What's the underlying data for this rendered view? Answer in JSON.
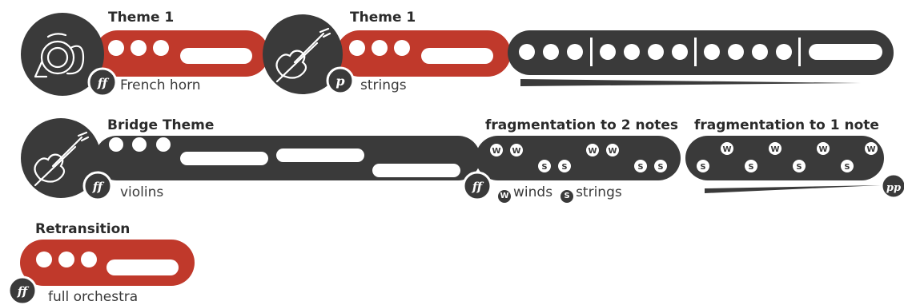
{
  "themes": {
    "theme1_horn": {
      "title": "Theme 1",
      "caption": "French horn",
      "dynamic": "ff",
      "instrument_icon": "french-horn-icon"
    },
    "theme1_strings": {
      "title": "Theme 1",
      "caption": "strings",
      "dynamic": "p",
      "instrument_icon": "violin-icon"
    },
    "bridge": {
      "title": "Bridge Theme",
      "caption": "violins",
      "dynamic": "ff",
      "instrument_icon": "violin-icon"
    },
    "frag2": {
      "title": "fragmentation to 2 notes",
      "dynamic": "ff"
    },
    "frag1": {
      "title": "fragmentation to 1 note",
      "end_dynamic": "pp"
    },
    "retransition": {
      "title": "Retransition",
      "caption": "full orchestra",
      "dynamic": "ff"
    }
  },
  "legend": {
    "w_symbol": "W",
    "w_label": "winds",
    "s_symbol": "S",
    "s_label": "strings"
  },
  "colors": {
    "red": "#c0392b",
    "dark": "#3a3a3a",
    "white": "#ffffff"
  }
}
